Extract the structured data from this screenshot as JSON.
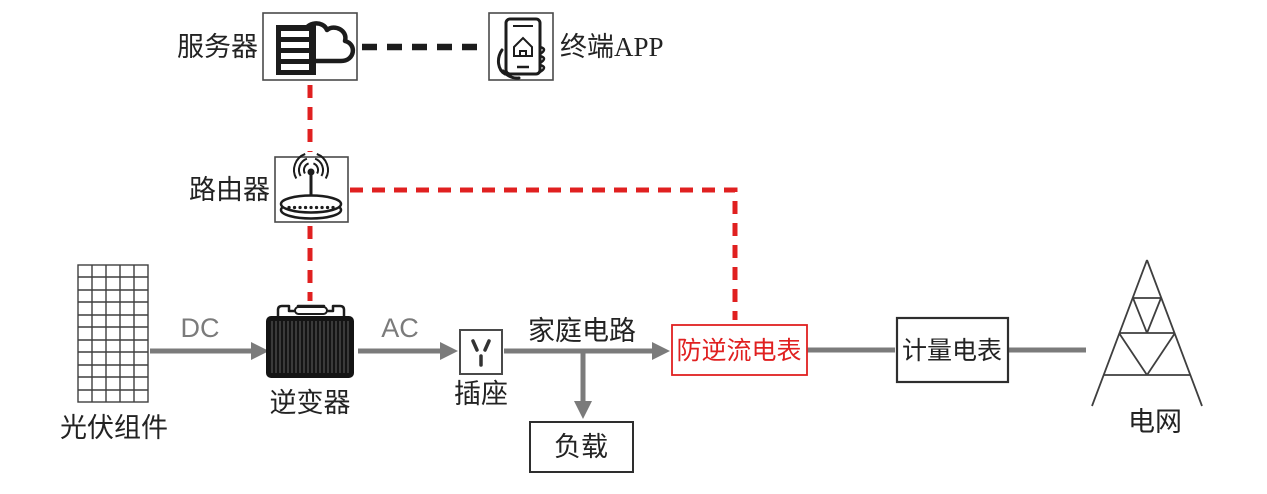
{
  "colors": {
    "red": "#e02020",
    "gray": "#7b7b7b",
    "ink": "#1c1c1c"
  },
  "nodes": {
    "server": {
      "label": "服务器",
      "icon": "server-cloud-icon"
    },
    "terminal_app": {
      "label": "终端APP",
      "icon": "hand-phone-icon"
    },
    "router": {
      "label": "路由器",
      "icon": "wifi-router-icon"
    },
    "pv_module": {
      "label": "光伏组件",
      "icon": "solar-panel-icon"
    },
    "inverter": {
      "label": "逆变器",
      "icon": "inverter-icon"
    },
    "socket": {
      "label": "插座",
      "icon": "power-socket-icon"
    },
    "anti_backflow_meter": {
      "label": "防逆流电表"
    },
    "metering_meter": {
      "label": "计量电表"
    },
    "load": {
      "label": "负载"
    },
    "power_grid": {
      "label": "电网",
      "icon": "transmission-tower-icon"
    }
  },
  "edges": {
    "dc": "DC",
    "ac": "AC",
    "home_circuit": "家庭电路"
  }
}
